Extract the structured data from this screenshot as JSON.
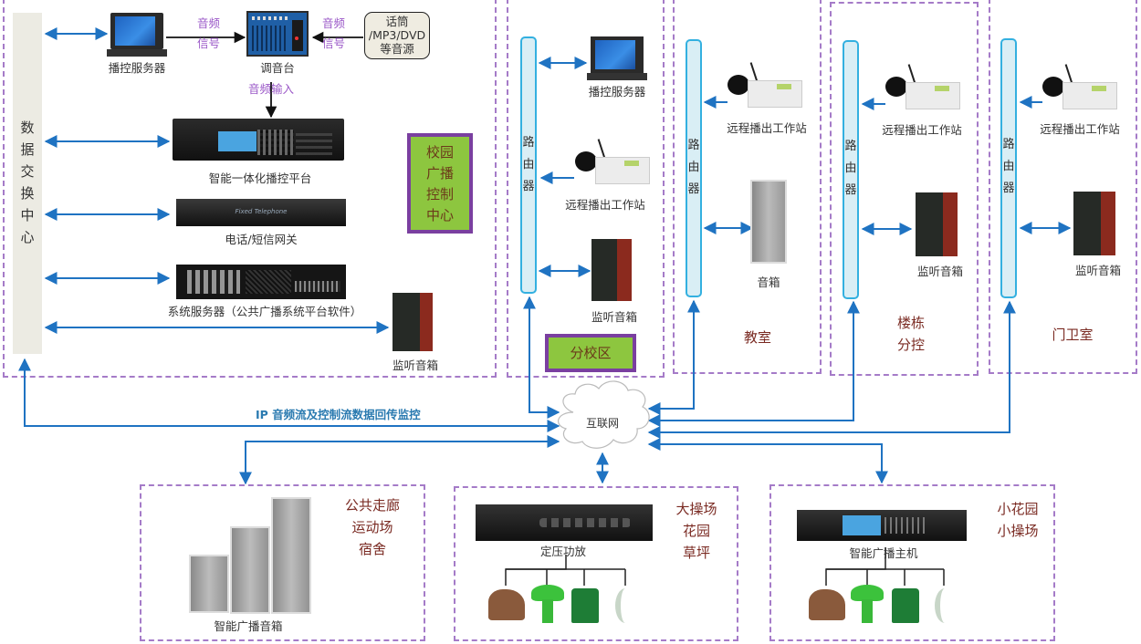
{
  "colors": {
    "link_blue": "#1f73c2",
    "region_border": "#a57bc8",
    "router_fill": "#d9eef5",
    "router_border": "#33b0e0",
    "label_green_fill": "#8dc63f",
    "label_green_border": "#7a3fa0",
    "area_text": "#7a2a22",
    "signal_text": "#9b59c8"
  },
  "control_center": {
    "exchange_label": [
      "数",
      "据",
      "交",
      "换",
      "中",
      "心"
    ],
    "title_lines": [
      "校园",
      "广播",
      "控制",
      "中心"
    ],
    "audio_signal_left": [
      "音频",
      "信号"
    ],
    "audio_signal_right": [
      "音频",
      "信号"
    ],
    "audio_input": "音频输入",
    "source_box": [
      "话筒",
      "/MP3/DVD",
      "等音源"
    ],
    "devices": {
      "playback_server": "播控服务器",
      "mixer": "调音台",
      "integrated_platform": "智能一体化播控平台",
      "phone_gateway": "电话/短信网关",
      "system_server": "系统服务器（公共广播系统平台软件）",
      "monitor_speaker": "监听音箱"
    },
    "device_text": {
      "phone_gateway_brand": "Fixed Telephone"
    }
  },
  "branch_campus": {
    "router_label": [
      "路",
      "由",
      "器"
    ],
    "playback_server": "播控服务器",
    "remote_station": "远程播出工作站",
    "monitor_speaker": "监听音箱",
    "title": "分校区"
  },
  "classroom": {
    "router_label": [
      "路",
      "由",
      "器"
    ],
    "remote_station": "远程播出工作站",
    "speaker": "音箱",
    "area": "教室"
  },
  "building": {
    "router_label": [
      "路",
      "由",
      "器"
    ],
    "remote_station": "远程播出工作站",
    "monitor_speaker": "监听音箱",
    "area": [
      "楼栋",
      "分控"
    ]
  },
  "gatehouse": {
    "router_label": [
      "路",
      "由",
      "器"
    ],
    "remote_station": "远程播出工作站",
    "monitor_speaker": "监听音箱",
    "area": "门卫室"
  },
  "internet": {
    "label": "互联网",
    "ip_link_label": "IP 音频流及控制流数据回传监控"
  },
  "public_area": {
    "area": [
      "公共走廊",
      "运动场",
      "宿舍"
    ],
    "speaker_label": "智能广播音箱"
  },
  "playground": {
    "area": [
      "大操场",
      "花园",
      "草坪"
    ],
    "amplifier_label": "定压功放"
  },
  "garden": {
    "area": [
      "小花园",
      "小操场"
    ],
    "host_label": "智能广播主机"
  }
}
